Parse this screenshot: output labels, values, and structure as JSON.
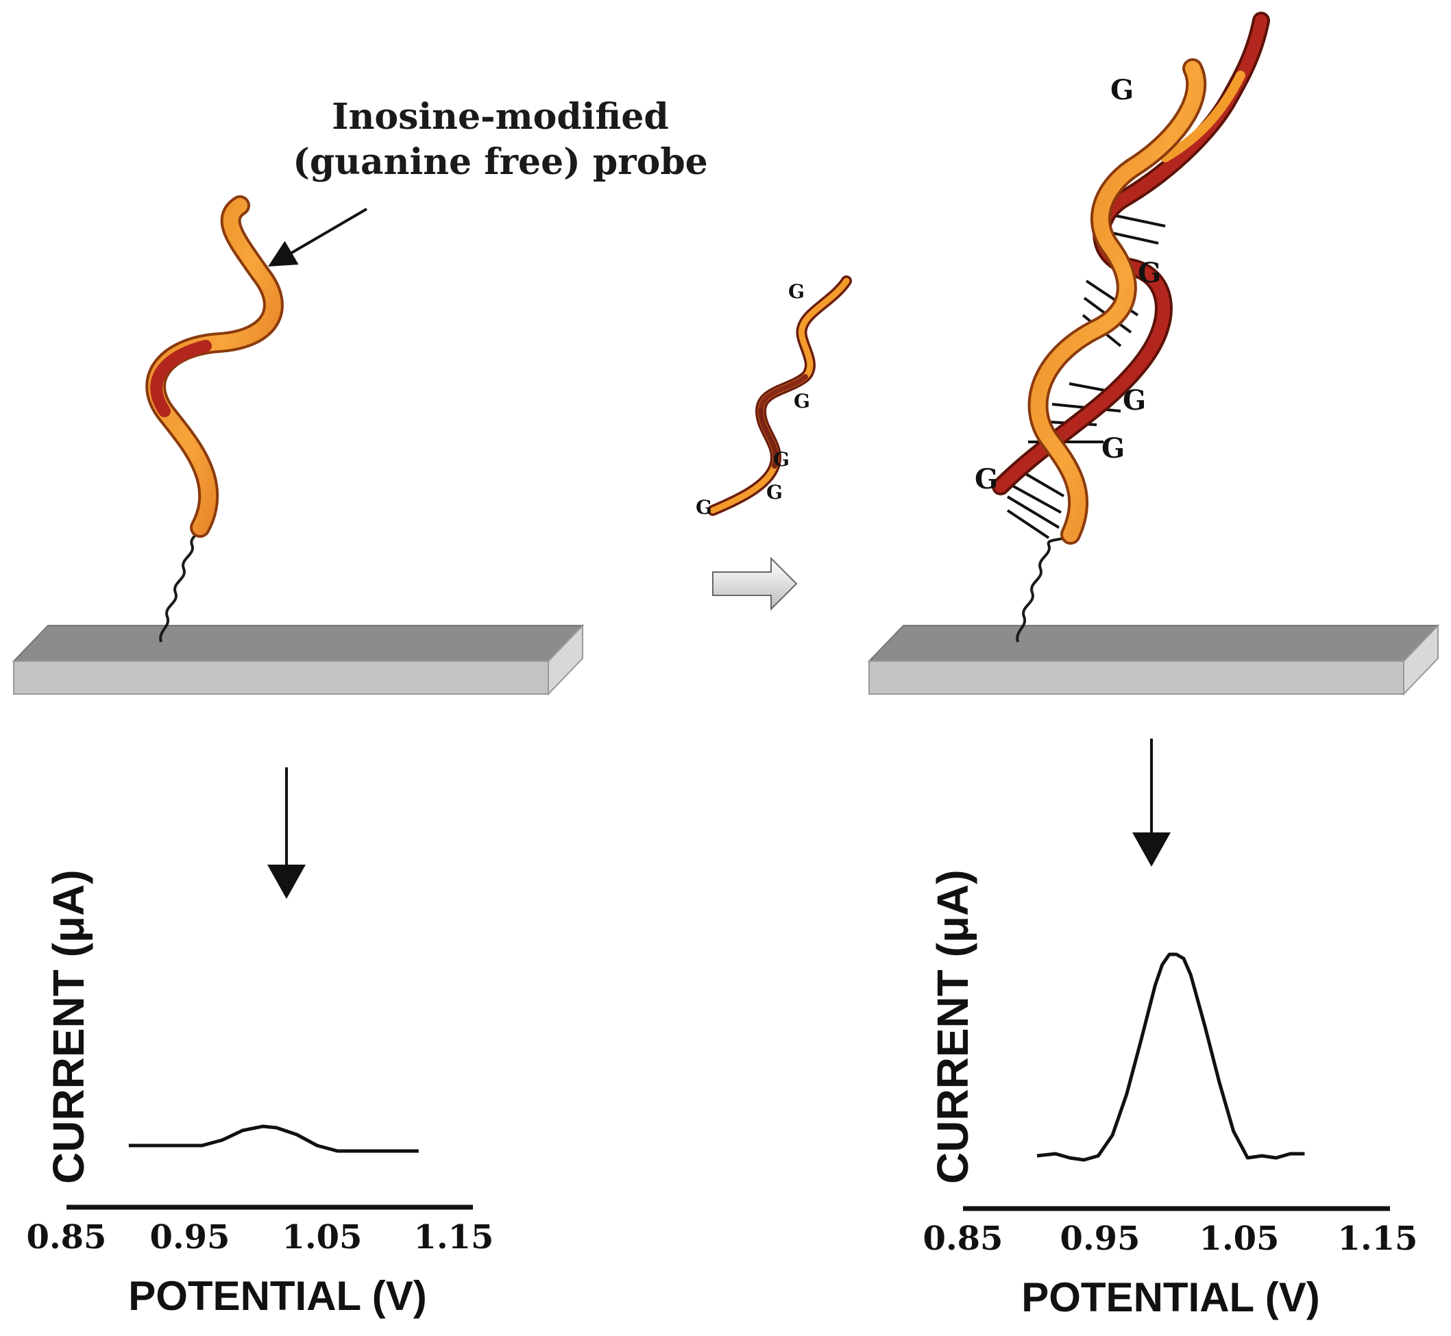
{
  "callout": {
    "line1": "Inosine-modified",
    "line2": "(guanine free) probe"
  },
  "target_strand": {
    "base_labels": [
      "G",
      "G",
      "G",
      "G",
      "G"
    ]
  },
  "hybrid": {
    "base_labels": [
      "G",
      "G",
      "G",
      "G",
      "G"
    ]
  },
  "colors": {
    "strand_orange": "#f39c2c",
    "strand_red": "#b3261e",
    "electrode_top": "#8c8c8c",
    "electrode_front": "#bdbdbd"
  },
  "chart_data": [
    {
      "type": "line",
      "xlabel": "POTENTIAL (V)",
      "ylabel": "CURRENT (μA)",
      "xlim": [
        0.85,
        1.15
      ],
      "x_ticks": [
        "0.85",
        "0.95",
        "1.05",
        "1.15"
      ],
      "series": [
        {
          "x": [
            0.896,
            0.92,
            0.95,
            0.965,
            0.98,
            0.995,
            1.005,
            1.02,
            1.035,
            1.05,
            1.08,
            1.11
          ],
          "y": [
            0.02,
            0.02,
            0.02,
            0.04,
            0.075,
            0.09,
            0.085,
            0.06,
            0.02,
            0.0,
            0.0,
            0.0
          ]
        }
      ]
    },
    {
      "type": "line",
      "xlabel": "POTENTIAL (V)",
      "ylabel": "CURRENT (μA)",
      "xlim": [
        0.85,
        1.15
      ],
      "x_ticks": [
        "0.85",
        "0.95",
        "1.05",
        "1.15"
      ],
      "series": [
        {
          "x": [
            0.902,
            0.915,
            0.925,
            0.935,
            0.945,
            0.955,
            0.965,
            0.975,
            0.985,
            0.99,
            0.995,
            1.0,
            1.005,
            1.01,
            1.02,
            1.03,
            1.04,
            1.05,
            1.06,
            1.07,
            1.08,
            1.09
          ],
          "y": [
            0.02,
            0.03,
            0.01,
            0.0,
            0.02,
            0.12,
            0.32,
            0.58,
            0.85,
            0.95,
            1.0,
            1.0,
            0.98,
            0.9,
            0.65,
            0.38,
            0.14,
            0.01,
            0.02,
            0.01,
            0.03,
            0.03
          ]
        }
      ]
    }
  ]
}
